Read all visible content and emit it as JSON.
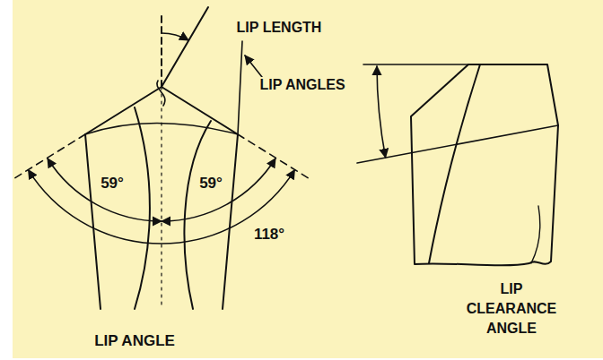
{
  "diagram": {
    "labels": [
      "LIP LENGTH",
      "LIP ANGLES",
      "59°",
      "59°",
      "118°",
      "LIP ANGLE",
      "LIP CLEARANCE ANGLE"
    ]
  }
}
